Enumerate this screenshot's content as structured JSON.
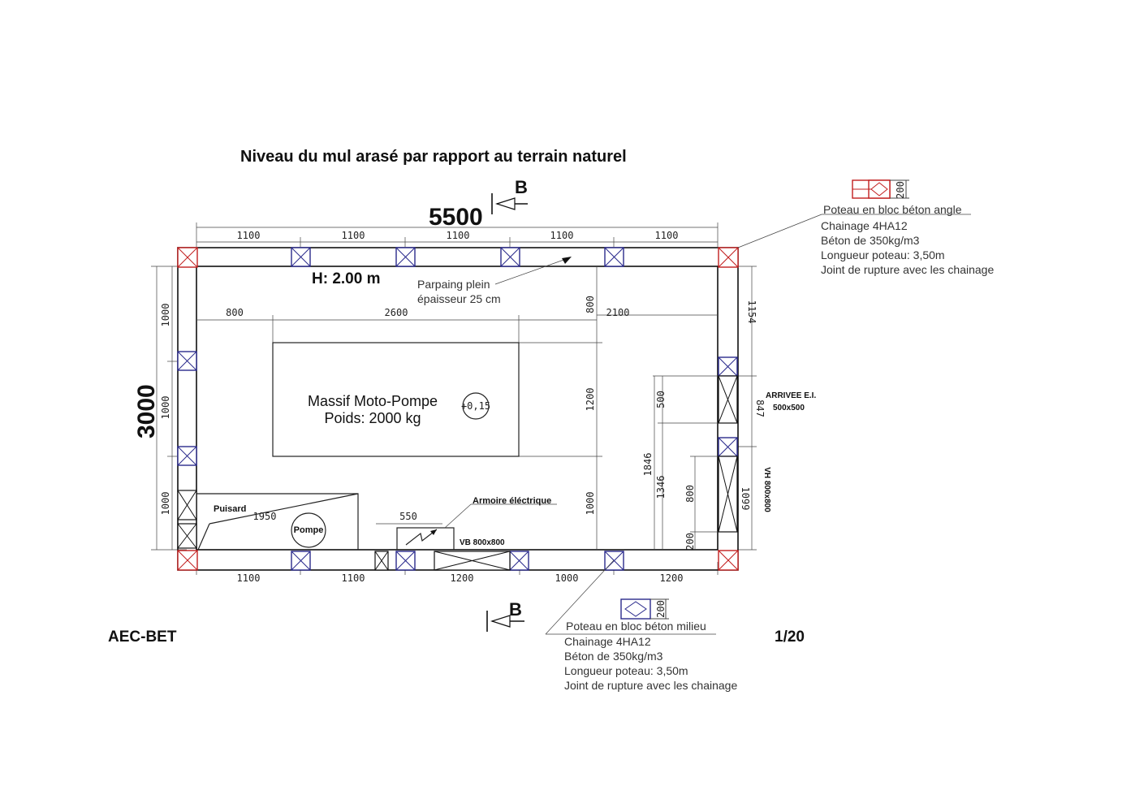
{
  "title": "Niveau du mul arasé par rapport au terrain naturel",
  "section_marker": "B",
  "overall": {
    "length": "5500",
    "width": "3000",
    "height": "H: 2.00 m"
  },
  "wall_note": {
    "line1": "Parpaing plein",
    "line2": "épaisseur 25 cm"
  },
  "massif": {
    "line1": "Massif Moto-Pompe",
    "line2": "Poids: 2000 kg",
    "level": "+0,15"
  },
  "labels": {
    "puisard": "Puisard",
    "pompe": "Pompe",
    "armoire": "Armoire éléctrique",
    "vb": "VB 800x800",
    "arrivee": "ARRIVEE E.I.",
    "arrivee_size": "500x500",
    "vh": "VH 800x800"
  },
  "dims_top": [
    "1100",
    "1100",
    "1100",
    "1100",
    "1100"
  ],
  "dims_bottom": [
    "1100",
    "1100",
    "1200",
    "1000",
    "1200"
  ],
  "dims_left": [
    "1000",
    "1000",
    "1000"
  ],
  "dims_inner": {
    "left_gap": "800",
    "massif_len": "2600",
    "right_gap": "2100",
    "massif_top": "800",
    "massif_h": "1200",
    "massif_bottom": "1000",
    "d500": "500",
    "d1846": "1846",
    "d1346": "1346",
    "d800": "800",
    "d200": "200",
    "puisard_len": "1950",
    "gap550": "550"
  },
  "dims_right": {
    "top": "1154",
    "mid": "847",
    "bottom": "1099"
  },
  "legend_angle": {
    "title": "Poteau en bloc béton angle",
    "size": "200",
    "lines": [
      "Chainage 4HA12",
      "Béton de 350kg/m3",
      "Longueur poteau: 3,50m",
      "Joint de rupture avec les chainage"
    ]
  },
  "legend_milieu": {
    "title": "Poteau en bloc béton milieu",
    "size": "200",
    "lines": [
      "Chainage 4HA12",
      "Béton de 350kg/m3",
      "Longueur poteau: 3,50m",
      "Joint de rupture avec les chainage"
    ]
  },
  "company": "AEC-BET",
  "scale": "1/20",
  "colors": {
    "corner_post": "#c21e1e",
    "middle_post": "#2a2a8c"
  }
}
